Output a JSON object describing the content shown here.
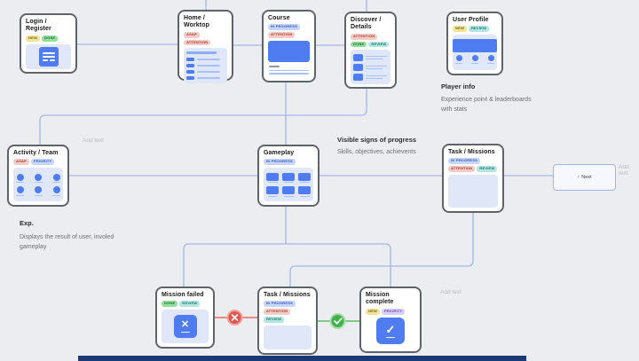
{
  "colors": {
    "background": "#ecedf1",
    "connector": "#a3b7e6",
    "fail_red": "#e0564e",
    "success_green": "#43b14b",
    "bottom_bar_navy": "#1d3973",
    "card_accent_blue": "#4f7cf0"
  },
  "cards": {
    "login": {
      "title": "Login / Register",
      "tags": [
        {
          "label": "NEW",
          "type": "yellow"
        },
        {
          "label": "DONE",
          "type": "green"
        }
      ]
    },
    "home": {
      "title": "Home / Worktop",
      "tags": [
        {
          "label": "ASAP",
          "type": "red"
        },
        {
          "label": "ATTENTION",
          "type": "red"
        }
      ]
    },
    "course": {
      "title": "Course",
      "tags": [
        {
          "label": "IN PROGRESS",
          "type": "blue"
        },
        {
          "label": "ATTENTION",
          "type": "red"
        }
      ]
    },
    "discover": {
      "title": "Discover / Details",
      "tags": [
        {
          "label": "ATTENTION",
          "type": "red"
        },
        {
          "label": "DONE",
          "type": "green"
        },
        {
          "label": "REVIEW",
          "type": "teal"
        }
      ]
    },
    "profile": {
      "title": "User Profile",
      "tags": [
        {
          "label": "NEW",
          "type": "yellow"
        },
        {
          "label": "REVIEW",
          "type": "teal"
        }
      ]
    },
    "activity": {
      "title": "Activity / Team",
      "tags": [
        {
          "label": "ASAP",
          "type": "red"
        },
        {
          "label": "PRIORITY",
          "type": "blue"
        }
      ]
    },
    "gameplay": {
      "title": "Gameplay",
      "tags": [
        {
          "label": "IN PROGRESS",
          "type": "blue"
        }
      ]
    },
    "tasks_mid": {
      "title": "Task / Missions",
      "tags": [
        {
          "label": "IN PROGRESS",
          "type": "blue"
        },
        {
          "label": "ATTENTION",
          "type": "red"
        },
        {
          "label": "REVIEW",
          "type": "teal"
        }
      ]
    },
    "mission_failed": {
      "title": "Mission failed",
      "tags": [
        {
          "label": "DONE",
          "type": "green"
        },
        {
          "label": "REVIEW",
          "type": "teal"
        }
      ]
    },
    "tasks_bottom": {
      "title": "Task / Missions",
      "tags": [
        {
          "label": "IN PROGRESS",
          "type": "blue"
        },
        {
          "label": "ATTENTION",
          "type": "red"
        },
        {
          "label": "REVIEW",
          "type": "teal"
        }
      ]
    },
    "mission_complete": {
      "title": "Mission complete",
      "tags": [
        {
          "label": "NEW",
          "type": "yellow"
        },
        {
          "label": "PRIORITY",
          "type": "purple"
        }
      ]
    }
  },
  "annotations": {
    "player_info_title": "Player info",
    "player_info_body": "Experience point & leaderboards with stats",
    "progress_title": "Visible signs of progress",
    "progress_body": "Skills, objectives, achievents",
    "exp_title": "Exp.",
    "exp_body": "Displays the result of user, involed gameplay",
    "add_text": "Add text"
  },
  "next": {
    "arrow": "↑",
    "label": "Next"
  }
}
